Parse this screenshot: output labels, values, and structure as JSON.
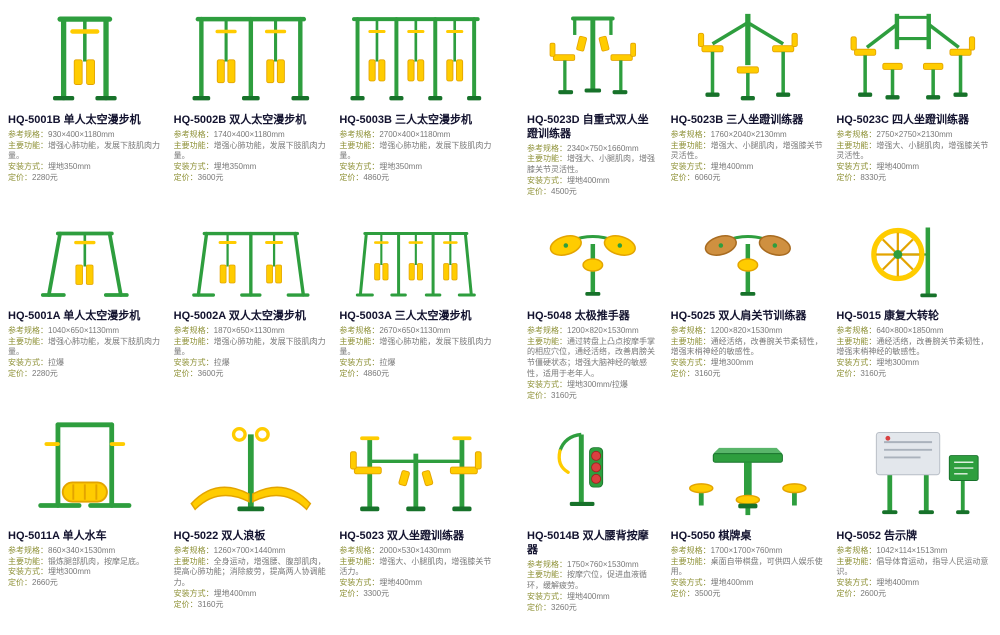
{
  "palette": {
    "equipment_green": "#2e9e3e",
    "equipment_yellow": "#ffcc00",
    "title_text": "#13132f",
    "label_olive": "#8f9238",
    "value_gray": "#787878"
  },
  "labels": {
    "spec": "参考规格：",
    "function": "主要功能：",
    "install": "安装方式：",
    "price": "定价："
  },
  "products": [
    {
      "code": "HQ-5001B",
      "name": "单人太空漫步机",
      "icon": "air-walker-single",
      "spec": "930×400×1180mm",
      "function": "增强心肺功能，发展下肢肌肉力量。",
      "install": "埋地350mm",
      "price": "2280元"
    },
    {
      "code": "HQ-5002B",
      "name": "双人太空漫步机",
      "icon": "air-walker-double",
      "spec": "1740×400×1180mm",
      "function": "增强心肺功能，发展下肢肌肉力量。",
      "install": "埋地350mm",
      "price": "3600元"
    },
    {
      "code": "HQ-5003B",
      "name": "三人太空漫步机",
      "icon": "air-walker-triple",
      "spec": "2700×400×1180mm",
      "function": "增强心肺功能，发展下肢肌肉力量。",
      "install": "埋地350mm",
      "price": "4860元"
    },
    {
      "code": "HQ-5023D",
      "name": "自重式双人坐蹬训练器",
      "icon": "leg-press-double-selfweight",
      "spec": "2340×750×1660mm",
      "function": "增强大、小腿肌肉，增强膝关节灵活性。",
      "install": "埋地400mm",
      "price": "4500元"
    },
    {
      "code": "HQ-5023B",
      "name": "三人坐蹬训练器",
      "icon": "leg-press-triple",
      "spec": "1760×2040×2130mm",
      "function": "增强大、小腿肌肉，增强膝关节灵活性。",
      "install": "埋地400mm",
      "price": "6060元"
    },
    {
      "code": "HQ-5023C",
      "name": "四人坐蹬训练器",
      "icon": "leg-press-quad",
      "spec": "2750×2750×2130mm",
      "function": "增强大、小腿肌肉，增强膝关节灵活性。",
      "install": "埋地400mm",
      "price": "8330元"
    },
    {
      "code": "HQ-5001A",
      "name": "单人太空漫步机",
      "icon": "air-walker-single-surface",
      "spec": "1040×650×1130mm",
      "function": "增强心肺功能，发展下肢肌肉力量。",
      "install": "拉爆",
      "price": "2280元"
    },
    {
      "code": "HQ-5002A",
      "name": "双人太空漫步机",
      "icon": "air-walker-double-surface",
      "spec": "1870×650×1130mm",
      "function": "增强心肺功能，发展下肢肌肉力量。",
      "install": "拉爆",
      "price": "3600元"
    },
    {
      "code": "HQ-5003A",
      "name": "三人太空漫步机",
      "icon": "air-walker-triple-surface",
      "spec": "2670×650×1130mm",
      "function": "增强心肺功能，发展下肢肌肉力量。",
      "install": "拉爆",
      "price": "4860元"
    },
    {
      "code": "HQ-5048",
      "name": "太极推手器",
      "icon": "tai-chi-wheels",
      "spec": "1200×820×1530mm",
      "function": "通过转盘上凸点按摩手掌的相应穴位，通经活络，改善肩膀关节僵硬状态；增强大脑神经的敏感性，适用于老年人。",
      "install": "埋地300mm/拉爆",
      "price": "3160元"
    },
    {
      "code": "HQ-5025",
      "name": "双人肩关节训练器",
      "icon": "shoulder-trainer",
      "spec": "1200×820×1530mm",
      "function": "通经活络，改善腕关节柔韧性，增强末梢神经的敏感性。",
      "install": "埋地300mm",
      "price": "3160元"
    },
    {
      "code": "HQ-5015",
      "name": "康复大转轮",
      "icon": "rehab-wheel",
      "spec": "640×800×1850mm",
      "function": "通经活络，改善腕关节柔韧性，增强末梢神经的敏感性。",
      "install": "埋地300mm",
      "price": "3160元"
    },
    {
      "code": "HQ-5011A",
      "name": "单人水车",
      "icon": "water-wheel",
      "spec": "860×340×1530mm",
      "function": "锻炼腿部肌肉，按摩足底。",
      "install": "埋地300mm",
      "price": "2660元"
    },
    {
      "code": "HQ-5022",
      "name": "双人浪板",
      "icon": "wave-board",
      "spec": "1260×700×1440mm",
      "function": "全身运动，增强腰、腹部肌肉，提高心肺功能；消除疲劳，提高两人协调能力。",
      "install": "埋地400mm",
      "price": "3160元"
    },
    {
      "code": "HQ-5023",
      "name": "双人坐蹬训练器",
      "icon": "leg-press-double",
      "spec": "2000×530×1430mm",
      "function": "增强大、小腿肌肉，增强膝关节活力。",
      "install": "埋地400mm",
      "price": "3300元"
    },
    {
      "code": "HQ-5014B",
      "name": "双人腰背按摩器",
      "icon": "back-massager",
      "spec": "1750×760×1530mm",
      "function": "按摩穴位，促进血液循环，缓解疲劳。",
      "install": "埋地400mm",
      "price": "3260元"
    },
    {
      "code": "HQ-5050",
      "name": "棋牌桌",
      "icon": "chess-table",
      "spec": "1700×1700×760mm",
      "function": "桌面自带棋盘，可供四人娱乐使用。",
      "install": "埋地400mm",
      "price": "3500元"
    },
    {
      "code": "HQ-5052",
      "name": "告示牌",
      "icon": "sign-board",
      "spec": "1042×114×1513mm",
      "function": "倡导体育运动，指导人民运动意识。",
      "install": "埋地400mm",
      "price": "2600元"
    }
  ]
}
